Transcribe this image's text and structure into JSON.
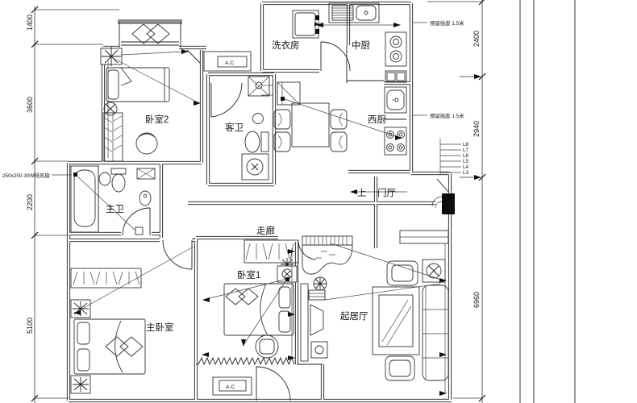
{
  "rooms": {
    "bedroom2": "卧室2",
    "guest_bath": "客卫",
    "laundry": "洗衣房",
    "kitchen_cn": "中厨",
    "kitchen_west": "西厨",
    "master_bath": "主卫",
    "foyer_up": "上",
    "foyer": "门厅",
    "corridor": "走廊",
    "bedroom1": "卧室1",
    "master_bedroom": "主卧室",
    "living_room": "起居厅"
  },
  "dimensions": {
    "left": [
      "1400",
      "3600",
      "2200",
      "5100"
    ],
    "right": [
      "2400",
      "2940",
      "6960"
    ]
  },
  "annotations": {
    "ac_top": "A.C",
    "ac_bottom": "A.C",
    "socket_note_top": "预留插座 1.5米",
    "socket_note_mid": "预留插座 1.5米",
    "exhaust_fan_note": "250x250 30W排风扇",
    "circuits": [
      "L8",
      "L7",
      "L6",
      "L5",
      "L4",
      "L3"
    ]
  },
  "colors": {
    "line": "#1c1c1c",
    "bay_wall": "#8d8d8d",
    "background": "#ffffff"
  }
}
